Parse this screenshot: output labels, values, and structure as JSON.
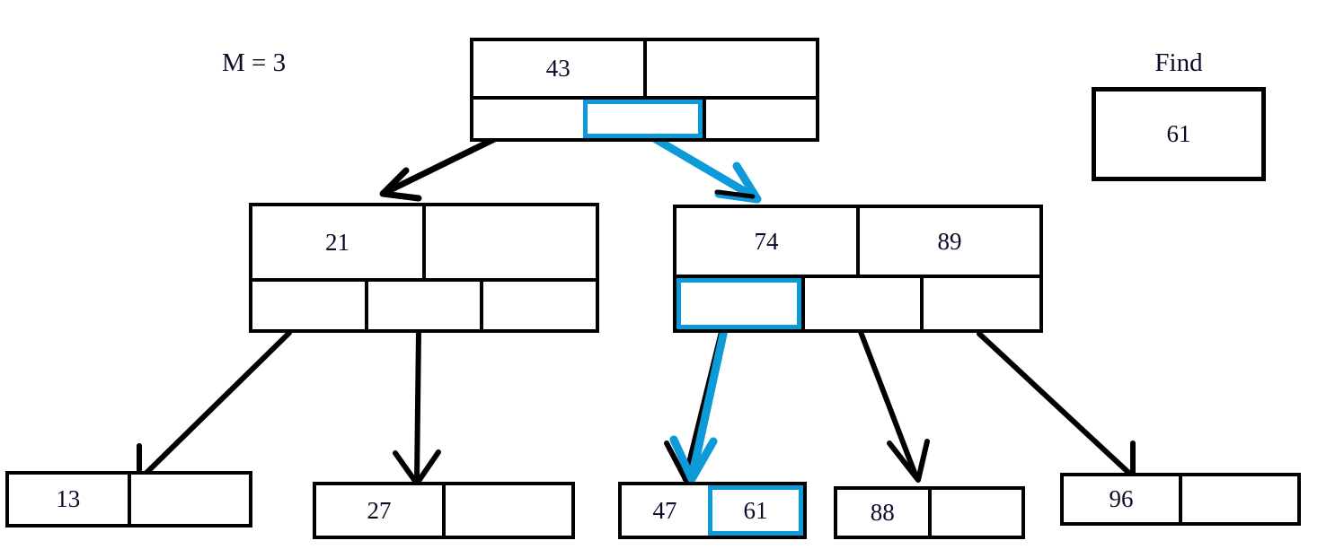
{
  "diagram": {
    "title_annotation": "M = 3",
    "colors": {
      "ink": "#000000",
      "highlight": "#0d9ad8",
      "text": "#0a0a28",
      "background": "#ffffff"
    }
  },
  "find_panel": {
    "label": "Find",
    "value": "61"
  },
  "tree": {
    "order": 3,
    "root": {
      "name": "root-node",
      "keys": [
        "43",
        ""
      ],
      "pointers": [
        "",
        "",
        ""
      ],
      "selected_pointer_index": 1
    },
    "internal_left": {
      "name": "internal-node-21",
      "keys": [
        "21",
        ""
      ],
      "pointers": [
        "",
        "",
        ""
      ],
      "selected_pointer_index": null
    },
    "internal_right": {
      "name": "internal-node-74-89",
      "keys": [
        "74",
        "89"
      ],
      "pointers": [
        "",
        "",
        ""
      ],
      "selected_pointer_index": 0
    },
    "leaves": [
      {
        "name": "leaf-node-13",
        "keys": [
          "13",
          ""
        ],
        "selected_key_index": null
      },
      {
        "name": "leaf-node-27",
        "keys": [
          "27",
          ""
        ],
        "selected_key_index": null
      },
      {
        "name": "leaf-node-47-61",
        "keys": [
          "47",
          "61"
        ],
        "selected_key_index": 1
      },
      {
        "name": "leaf-node-88",
        "keys": [
          "88",
          ""
        ],
        "selected_key_index": null
      },
      {
        "name": "leaf-node-96",
        "keys": [
          "96",
          ""
        ],
        "selected_key_index": null
      }
    ],
    "edges": [
      {
        "name": "edge-root-to-21",
        "color": "black",
        "from": "root-pointer-0",
        "to": "internal-node-21"
      },
      {
        "name": "edge-root-to-74-89",
        "color": "highlight",
        "from": "root-pointer-1",
        "to": "internal-node-74-89"
      },
      {
        "name": "edge-21-to-13",
        "color": "black",
        "from": "node21-pointer-0",
        "to": "leaf-node-13"
      },
      {
        "name": "edge-21-to-27",
        "color": "black",
        "from": "node21-pointer-1",
        "to": "leaf-node-27"
      },
      {
        "name": "edge-74-to-47-61",
        "color": "highlight",
        "from": "node74-pointer-0",
        "to": "leaf-node-47-61"
      },
      {
        "name": "edge-74-to-88",
        "color": "black",
        "from": "node74-pointer-1",
        "to": "leaf-node-88"
      },
      {
        "name": "edge-74-to-96",
        "color": "black",
        "from": "node74-pointer-2",
        "to": "leaf-node-96"
      }
    ]
  }
}
